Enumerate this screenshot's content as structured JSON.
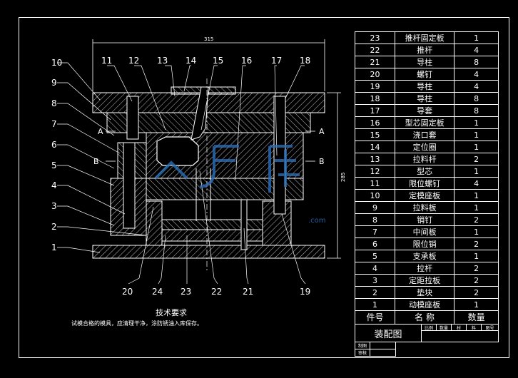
{
  "drawing": {
    "overall_width_dim": "315",
    "overall_height_dim": "285",
    "section_labels": [
      "A",
      "B",
      "A",
      "B"
    ],
    "leader_numbers_top": [
      "11",
      "12",
      "13",
      "14",
      "15",
      "16",
      "17",
      "18"
    ],
    "leader_numbers_left": [
      "10",
      "9",
      "8",
      "7",
      "6",
      "5",
      "4",
      "3",
      "2",
      "1"
    ],
    "leader_numbers_bottom": [
      "20",
      "24",
      "23",
      "22",
      "21",
      "19"
    ]
  },
  "technical_requirements": {
    "title": "技术要求",
    "note": "试模合格的模具，应清理干净，涂防锈油入库保存。"
  },
  "bom": {
    "rows": [
      {
        "no": "23",
        "name": "推杆固定板",
        "qty": "1"
      },
      {
        "no": "22",
        "name": "推杆",
        "qty": "4"
      },
      {
        "no": "21",
        "name": "导柱",
        "qty": "8"
      },
      {
        "no": "20",
        "name": "螺钉",
        "qty": "4"
      },
      {
        "no": "19",
        "name": "导柱",
        "qty": "4"
      },
      {
        "no": "18",
        "name": "导柱",
        "qty": "8"
      },
      {
        "no": "17",
        "name": "导套",
        "qty": "8"
      },
      {
        "no": "16",
        "name": "型芯固定板",
        "qty": "1"
      },
      {
        "no": "15",
        "name": "浇口套",
        "qty": "1"
      },
      {
        "no": "14",
        "name": "定位圈",
        "qty": "1"
      },
      {
        "no": "13",
        "name": "拉料杆",
        "qty": "2"
      },
      {
        "no": "12",
        "name": "型芯",
        "qty": "1"
      },
      {
        "no": "11",
        "name": "限位螺钉",
        "qty": "4"
      },
      {
        "no": "10",
        "name": "定模座板",
        "qty": "1"
      },
      {
        "no": "9",
        "name": "拉料板",
        "qty": "1"
      },
      {
        "no": "8",
        "name": "销钉",
        "qty": "2"
      },
      {
        "no": "7",
        "name": "中间板",
        "qty": "1"
      },
      {
        "no": "6",
        "name": "限位销",
        "qty": "2"
      },
      {
        "no": "5",
        "name": "支承板",
        "qty": "1"
      },
      {
        "no": "4",
        "name": "拉杆",
        "qty": "2"
      },
      {
        "no": "3",
        "name": "定距拉板",
        "qty": "2"
      },
      {
        "no": "2",
        "name": "垫块",
        "qty": "2"
      },
      {
        "no": "1",
        "name": "动模座板",
        "qty": "1"
      }
    ],
    "header": {
      "no": "件号",
      "name": "名  称",
      "qty": "数量"
    }
  },
  "title_block": {
    "title": "装配图",
    "cols": [
      "比例",
      "数量",
      "材",
      "料",
      "图号"
    ],
    "rows": [
      "制图",
      "审核"
    ]
  },
  "watermark": ".com",
  "colors": {
    "background": "#000000",
    "line": "#ffffff",
    "hatch": "#b8b8b8",
    "watermark": "#2a6fb8"
  }
}
